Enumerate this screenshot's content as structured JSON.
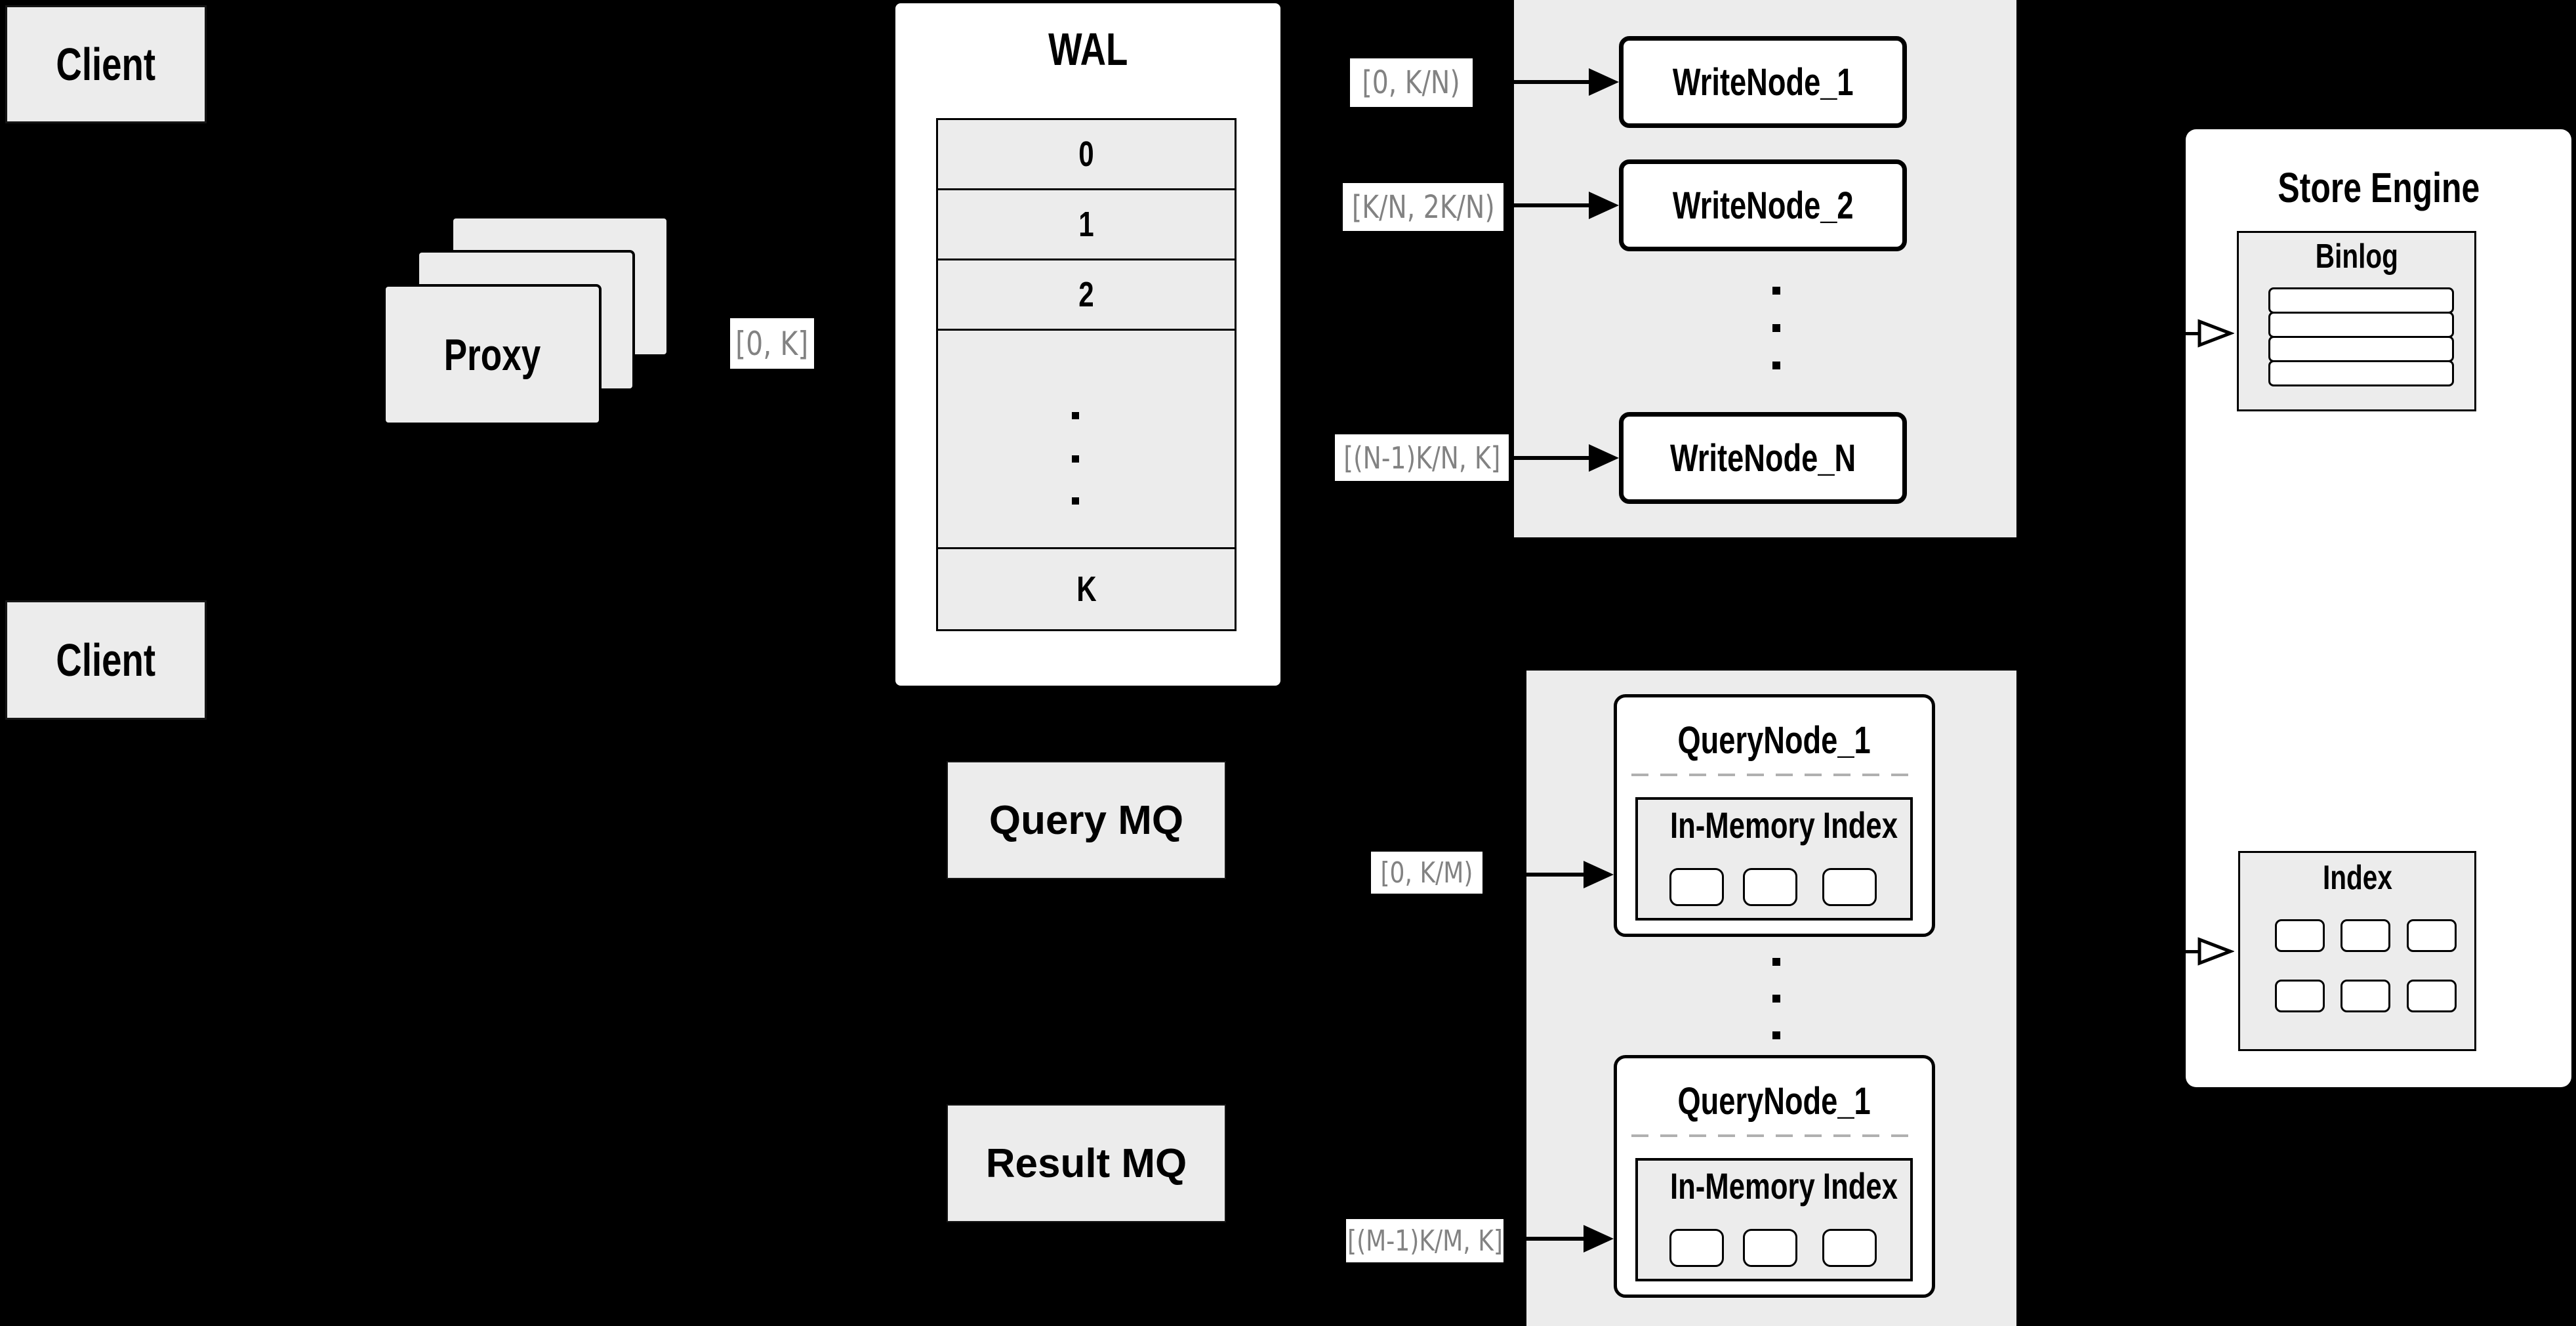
{
  "colors": {
    "background": "#000000",
    "panel_gray": "#ececec",
    "box_white": "#ffffff",
    "border_black": "#000000",
    "chip_text": "#828282",
    "dash_gray": "#b0b0b0"
  },
  "client_top": {
    "label": "Client"
  },
  "client_bottom": {
    "label": "Client"
  },
  "proxy": {
    "label": "Proxy"
  },
  "chips": {
    "proxy": "[0, K]",
    "write1": "[0,  K/N)",
    "write2": "[K/N, 2K/N)",
    "writeN": "[(N-1)K/N,  K]",
    "query1": "[0, K/M)",
    "queryM": "[(M-1)K/M, K]"
  },
  "wal": {
    "title": "WAL",
    "segments": [
      "0",
      "1",
      "2"
    ],
    "last_segment": "K"
  },
  "write_nodes": {
    "node1": "WriteNode_1",
    "node2": "WriteNode_2",
    "nodeN": "WriteNode_N"
  },
  "store_engine": {
    "title": "Store Engine",
    "binlog_title": "Binlog",
    "index_title": "Index"
  },
  "mq": {
    "query": "Query MQ",
    "result": "Result MQ"
  },
  "query_nodes": {
    "top_title": "QueryNode_1",
    "bottom_title": "QueryNode_1",
    "top_inner_title": "In-Memory Index",
    "bottom_inner_title": "In-Memory Index"
  }
}
